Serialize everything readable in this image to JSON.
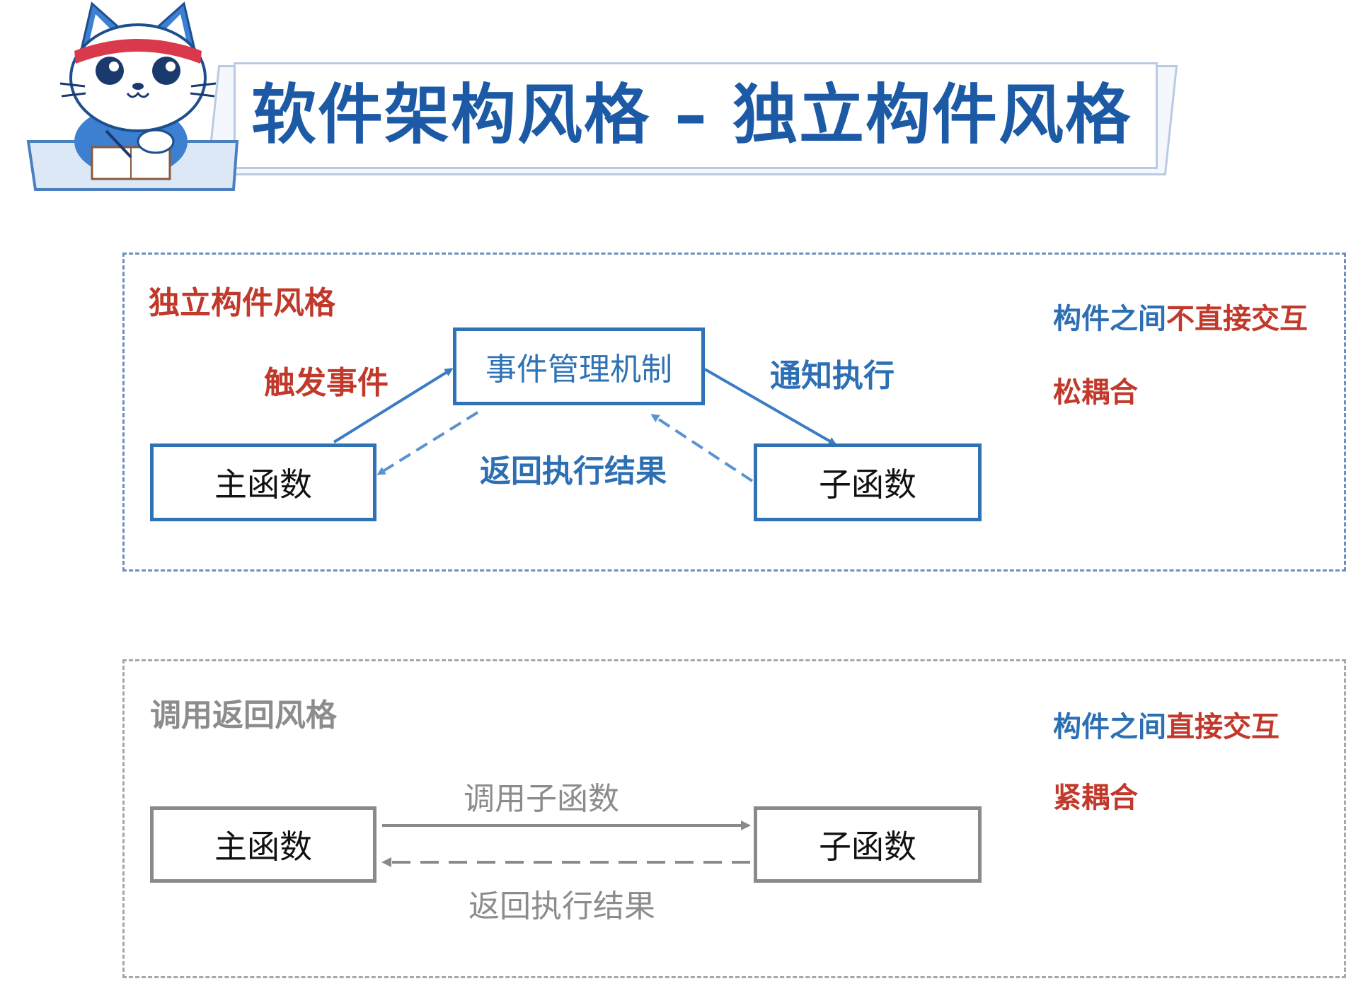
{
  "title": "软件架构风格 – 独立构件风格",
  "mascot": {
    "icon": "cat-mascot-icon",
    "headband_text": ""
  },
  "colors": {
    "accent_blue": "#2f72b6",
    "emphasis_red": "#c0392b",
    "muted_gray": "#8c8c8c"
  },
  "independent": {
    "heading": "独立构件风格",
    "event_box": "事件管理机制",
    "main_box": "主函数",
    "sub_box": "子函数",
    "trigger_label": "触发事件",
    "notify_label": "通知执行",
    "return_label": "返回执行结果",
    "note_line1_prefix": "构件之间",
    "note_line1_highlight": "不直接交互",
    "note_line2": "松耦合"
  },
  "call_return": {
    "heading": "调用返回风格",
    "main_box": "主函数",
    "sub_box": "子函数",
    "call_label": "调用子函数",
    "return_label": "返回执行结果",
    "note_line1_prefix": "构件之间",
    "note_line1_highlight": "直接交互",
    "note_line2": "紧耦合"
  }
}
